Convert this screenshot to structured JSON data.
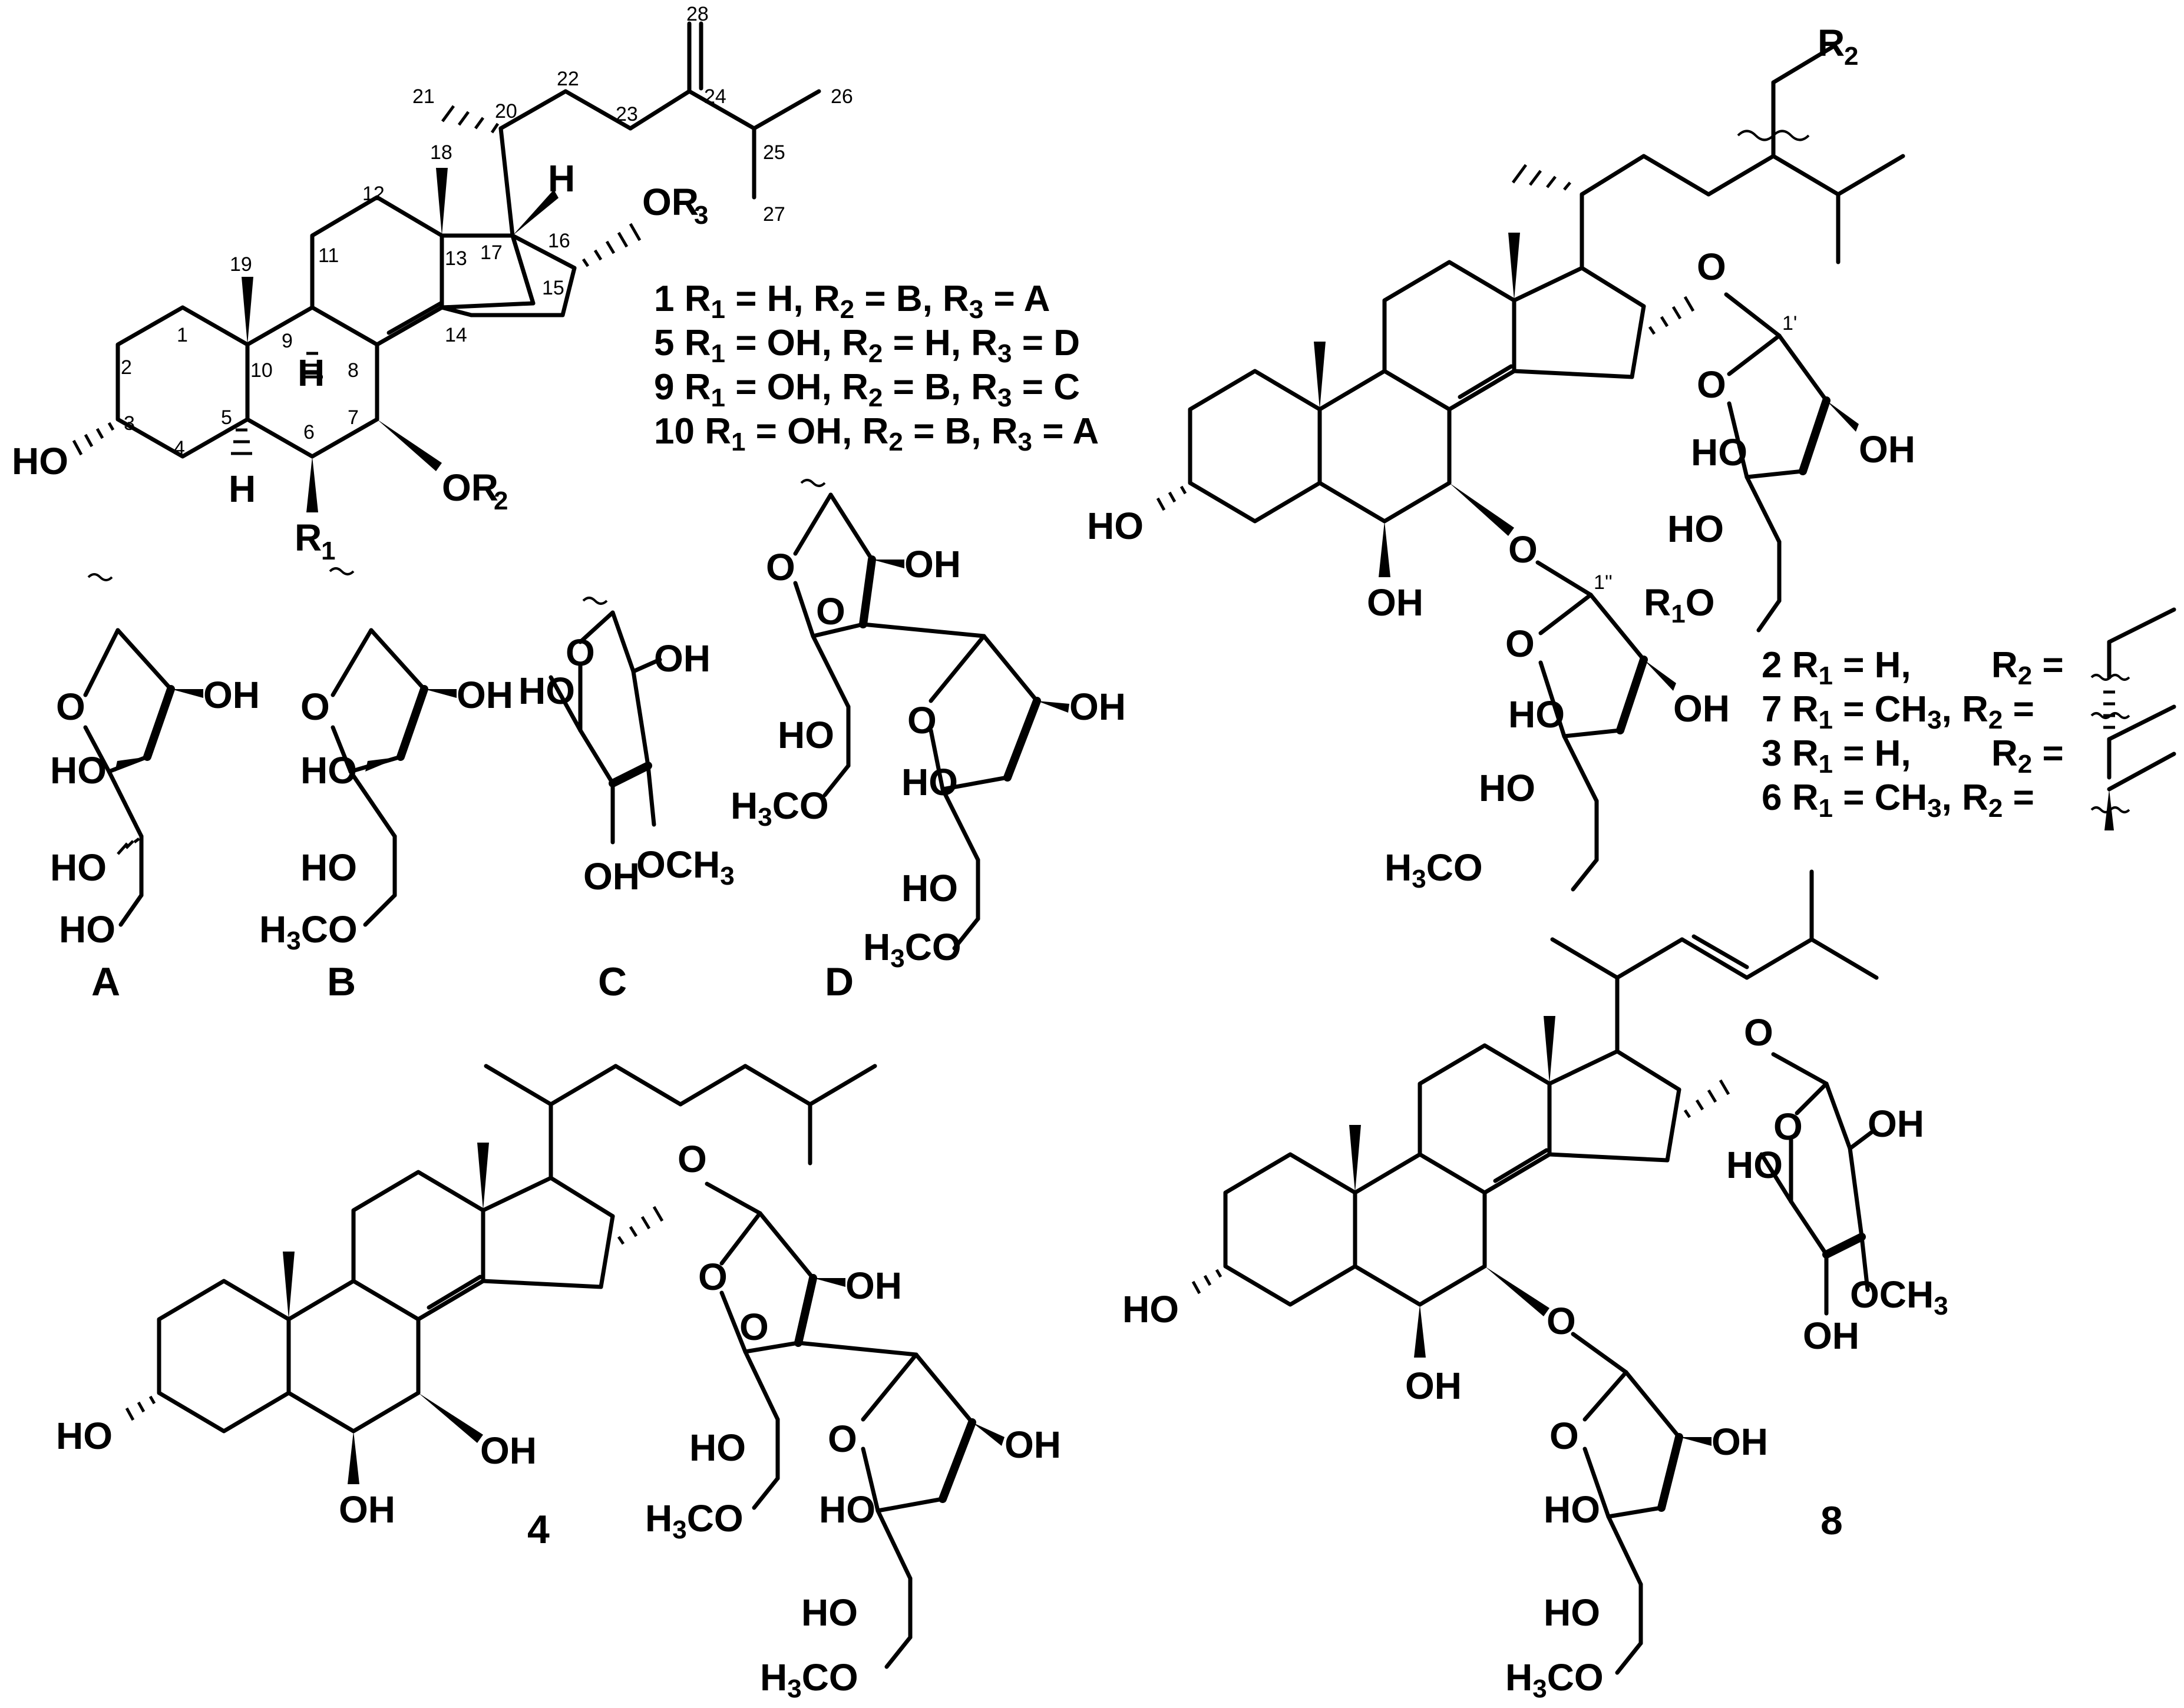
{
  "compound_labels": {
    "c4": "4",
    "c8": "8"
  },
  "sugar_labels": {
    "A": "A",
    "B": "B",
    "C": "C",
    "D": "D"
  },
  "legend_top": [
    {
      "id": "1",
      "r1": "H",
      "r2": "B",
      "r3": "A"
    },
    {
      "id": "5",
      "r1": "OH",
      "r2": "H",
      "r3": "D"
    },
    {
      "id": "9",
      "r1": "OH",
      "r2": "B",
      "r3": "C"
    },
    {
      "id": "10",
      "r1": "OH",
      "r2": "B",
      "r3": "A"
    }
  ],
  "legend_right": [
    {
      "id": "2",
      "r1": "H"
    },
    {
      "id": "7",
      "r1": "CH3"
    },
    {
      "id": "3",
      "r1": "H"
    },
    {
      "id": "6",
      "r1": "CH3"
    }
  ],
  "atoms": {
    "ho": "HO",
    "oh": "OH",
    "o": "O",
    "h": "H",
    "or": "OR",
    "r": "R",
    "h3co": "H3CO",
    "och3": "OCH3",
    "eq": "=",
    "s1": "1",
    "s2": "2",
    "s3": "3",
    "sub3": "3"
  },
  "numbering": [
    "1",
    "2",
    "3",
    "4",
    "5",
    "6",
    "7",
    "8",
    "9",
    "10",
    "11",
    "12",
    "13",
    "14",
    "15",
    "16",
    "17",
    "18",
    "19",
    "20",
    "21",
    "22",
    "23",
    "24",
    "25",
    "26",
    "27",
    "28"
  ],
  "primes": {
    "p1": "1'",
    "p2": "1''"
  }
}
